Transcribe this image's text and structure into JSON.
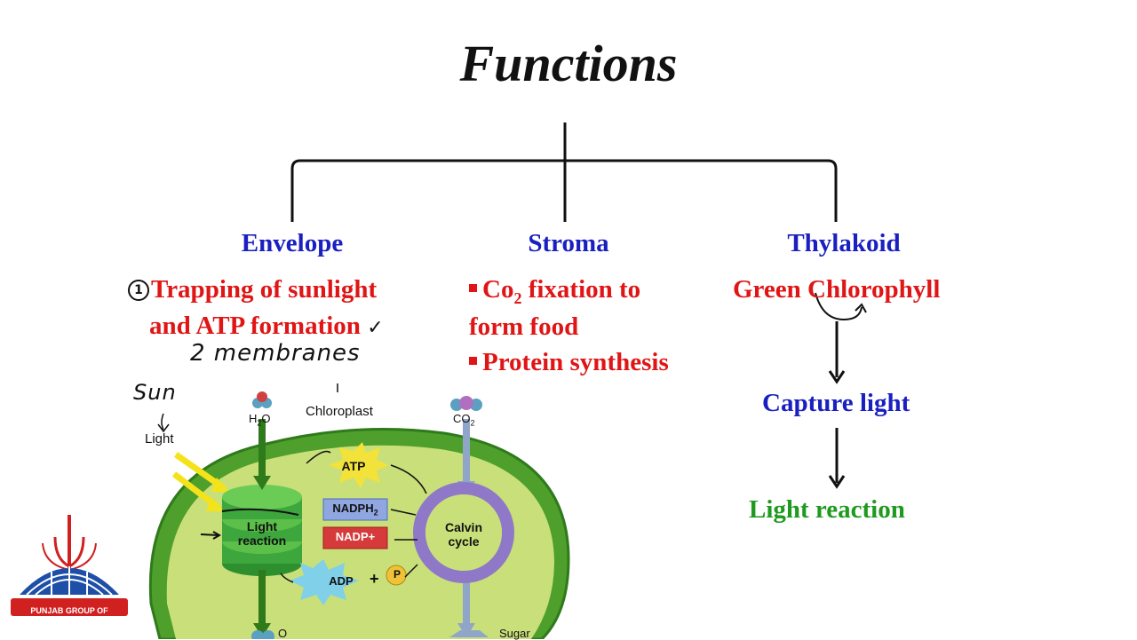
{
  "title": "Functions",
  "branches": {
    "envelope": {
      "heading": "Envelope",
      "number_mark": "1",
      "line1": "Trapping of sunlight",
      "line2": "and ATP formation",
      "tick": "✓",
      "note": "2 membranes"
    },
    "stroma": {
      "heading": "Stroma",
      "item1_a": "Co",
      "item1_sub": "2",
      "item1_b": " fixation to",
      "item1_c": "form food",
      "item2": "Protein synthesis"
    },
    "thylakoid": {
      "heading": "Thylakoid",
      "pigment": "Green Chlorophyll",
      "step1": "Capture light",
      "step2": "Light reaction"
    }
  },
  "diagram": {
    "sun_note": "Sun",
    "light": "Light",
    "chloroplast": "Chloroplast",
    "h2o_a": "H",
    "h2o_sub": "2",
    "h2o_b": "O",
    "co2_a": "CO",
    "co2_sub": "2",
    "atp": "ATP",
    "nadph_a": "NADPH",
    "nadph_sub": "2",
    "nadp": "NADP+",
    "light_reaction_1": "Light",
    "light_reaction_2": "reaction",
    "calvin_1": "Calvin",
    "calvin_2": "cycle",
    "adp": "ADP",
    "plus": "+",
    "p": "P",
    "o2": "O",
    "sugar": "Sugar"
  },
  "logo": {
    "text": "PUNJAB GROUP OF COLLEGES"
  },
  "colors": {
    "heading_blue": "#1a20c0",
    "text_red": "#e01515",
    "text_green": "#1f9a1f",
    "chloroplast_green": "#3f9a2a"
  }
}
